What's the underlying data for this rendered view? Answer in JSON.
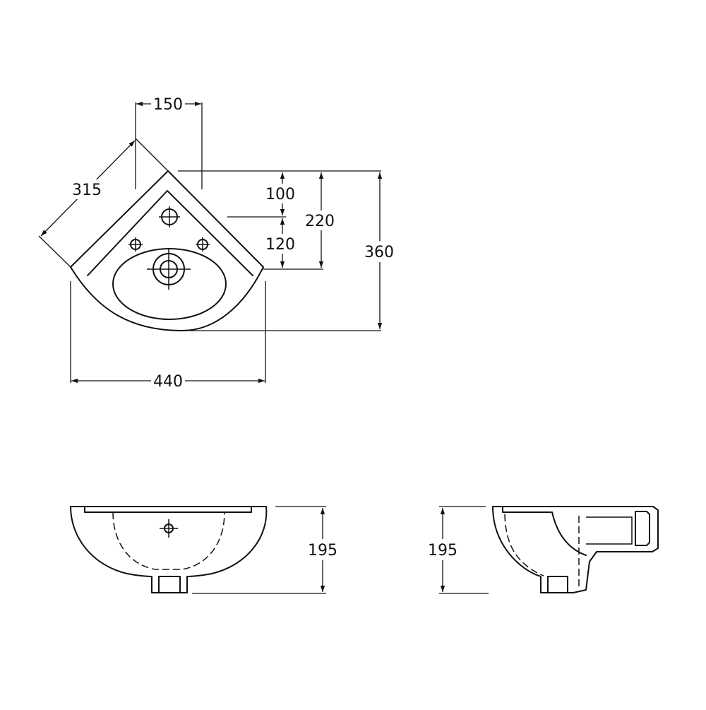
{
  "dimensions": {
    "tap_spacing": "150",
    "diagonal_side": "315",
    "width": "440",
    "depth_overall": "360",
    "depth_waste": "220",
    "depth_tap_upper": "100",
    "depth_tap_lower": "120",
    "front_height": "195",
    "side_height": "195"
  },
  "colors": {
    "line": "#111111",
    "background": "#ffffff"
  }
}
